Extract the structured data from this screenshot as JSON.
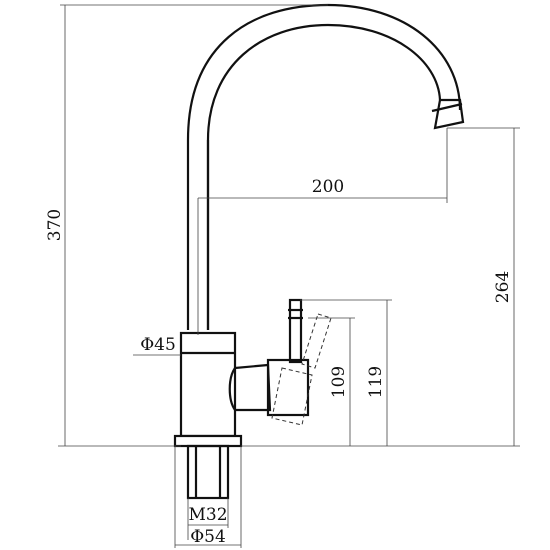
{
  "dimensions": {
    "total_height": "370",
    "spout_reach": "200",
    "outlet_height": "264",
    "lever_height_down": "109",
    "lever_height_up": "119",
    "body_diameter": "Φ45",
    "thread": "M32",
    "base_diameter": "Φ54"
  }
}
